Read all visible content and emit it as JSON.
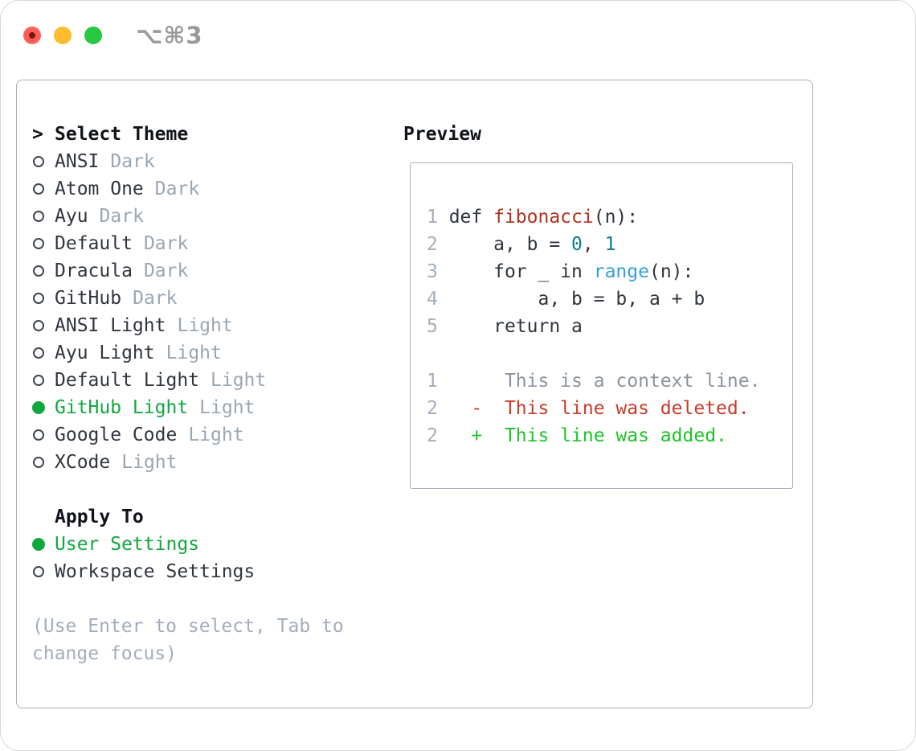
{
  "window": {
    "title": "⌥⌘3"
  },
  "titlebar": {
    "buttons": [
      "close",
      "minimize",
      "zoom"
    ]
  },
  "theme_picker": {
    "header_arrow": ">",
    "header": "Select Theme",
    "themes": [
      {
        "name": "ANSI",
        "variant": "Dark",
        "selected": false
      },
      {
        "name": "Atom One",
        "variant": "Dark",
        "selected": false
      },
      {
        "name": "Ayu",
        "variant": "Dark",
        "selected": false
      },
      {
        "name": "Default",
        "variant": "Dark",
        "selected": false
      },
      {
        "name": "Dracula",
        "variant": "Dark",
        "selected": false
      },
      {
        "name": "GitHub",
        "variant": "Dark",
        "selected": false
      },
      {
        "name": "ANSI Light",
        "variant": "Light",
        "selected": false
      },
      {
        "name": "Ayu Light",
        "variant": "Light",
        "selected": false
      },
      {
        "name": "Default Light",
        "variant": "Light",
        "selected": false
      },
      {
        "name": "GitHub Light",
        "variant": "Light",
        "selected": true
      },
      {
        "name": "Google Code",
        "variant": "Light",
        "selected": false
      },
      {
        "name": "XCode",
        "variant": "Light",
        "selected": false
      }
    ],
    "apply_to": {
      "header": "Apply To",
      "options": [
        {
          "label": "User Settings",
          "selected": true
        },
        {
          "label": "Workspace Settings",
          "selected": false
        }
      ]
    },
    "help_lines": [
      "(Use Enter to select, Tab to",
      "change focus)"
    ]
  },
  "preview": {
    "label": "Preview",
    "code_lines": [
      [
        [
          "ln",
          "1 "
        ],
        [
          "d",
          "def "
        ],
        [
          "red",
          "fibonacci"
        ],
        [
          "d",
          "(n):"
        ]
      ],
      [
        [
          "ln",
          "2 "
        ],
        [
          "d",
          "    a, b = "
        ],
        [
          "teal",
          "0"
        ],
        [
          "d",
          ", "
        ],
        [
          "teal",
          "1"
        ]
      ],
      [
        [
          "ln",
          "3 "
        ],
        [
          "d",
          "    for _ in "
        ],
        [
          "blue",
          "range"
        ],
        [
          "d",
          "(n):"
        ]
      ],
      [
        [
          "ln",
          "4 "
        ],
        [
          "d",
          "        a, b = b, a + b"
        ]
      ],
      [
        [
          "ln",
          "5 "
        ],
        [
          "d",
          "    return a"
        ]
      ],
      [],
      [
        [
          "ln",
          "1 "
        ],
        [
          "ctx",
          "     This is a context line."
        ]
      ],
      [
        [
          "ln",
          "2 "
        ],
        [
          "del",
          "  -  This line was deleted."
        ]
      ],
      [
        [
          "ln",
          "2 "
        ],
        [
          "add",
          "  +  This line was added."
        ]
      ]
    ]
  },
  "colors": {
    "text": "#30363d",
    "muted": "#9aa6b2",
    "green": "#10a83e",
    "add": "#1cc427",
    "del": "#cb3929",
    "red": "#b42d20",
    "teal": "#0e7e8a",
    "blue": "#35a1d7",
    "ln": "#a4adba",
    "ctx": "#8b949e",
    "help": "#a4adba",
    "border": "#a9b0ba",
    "window_border": "#d5d7db",
    "title": "#98989d",
    "traffic_red": "#ff5f57",
    "traffic_yellow": "#febc2e",
    "traffic_green": "#28c840"
  }
}
